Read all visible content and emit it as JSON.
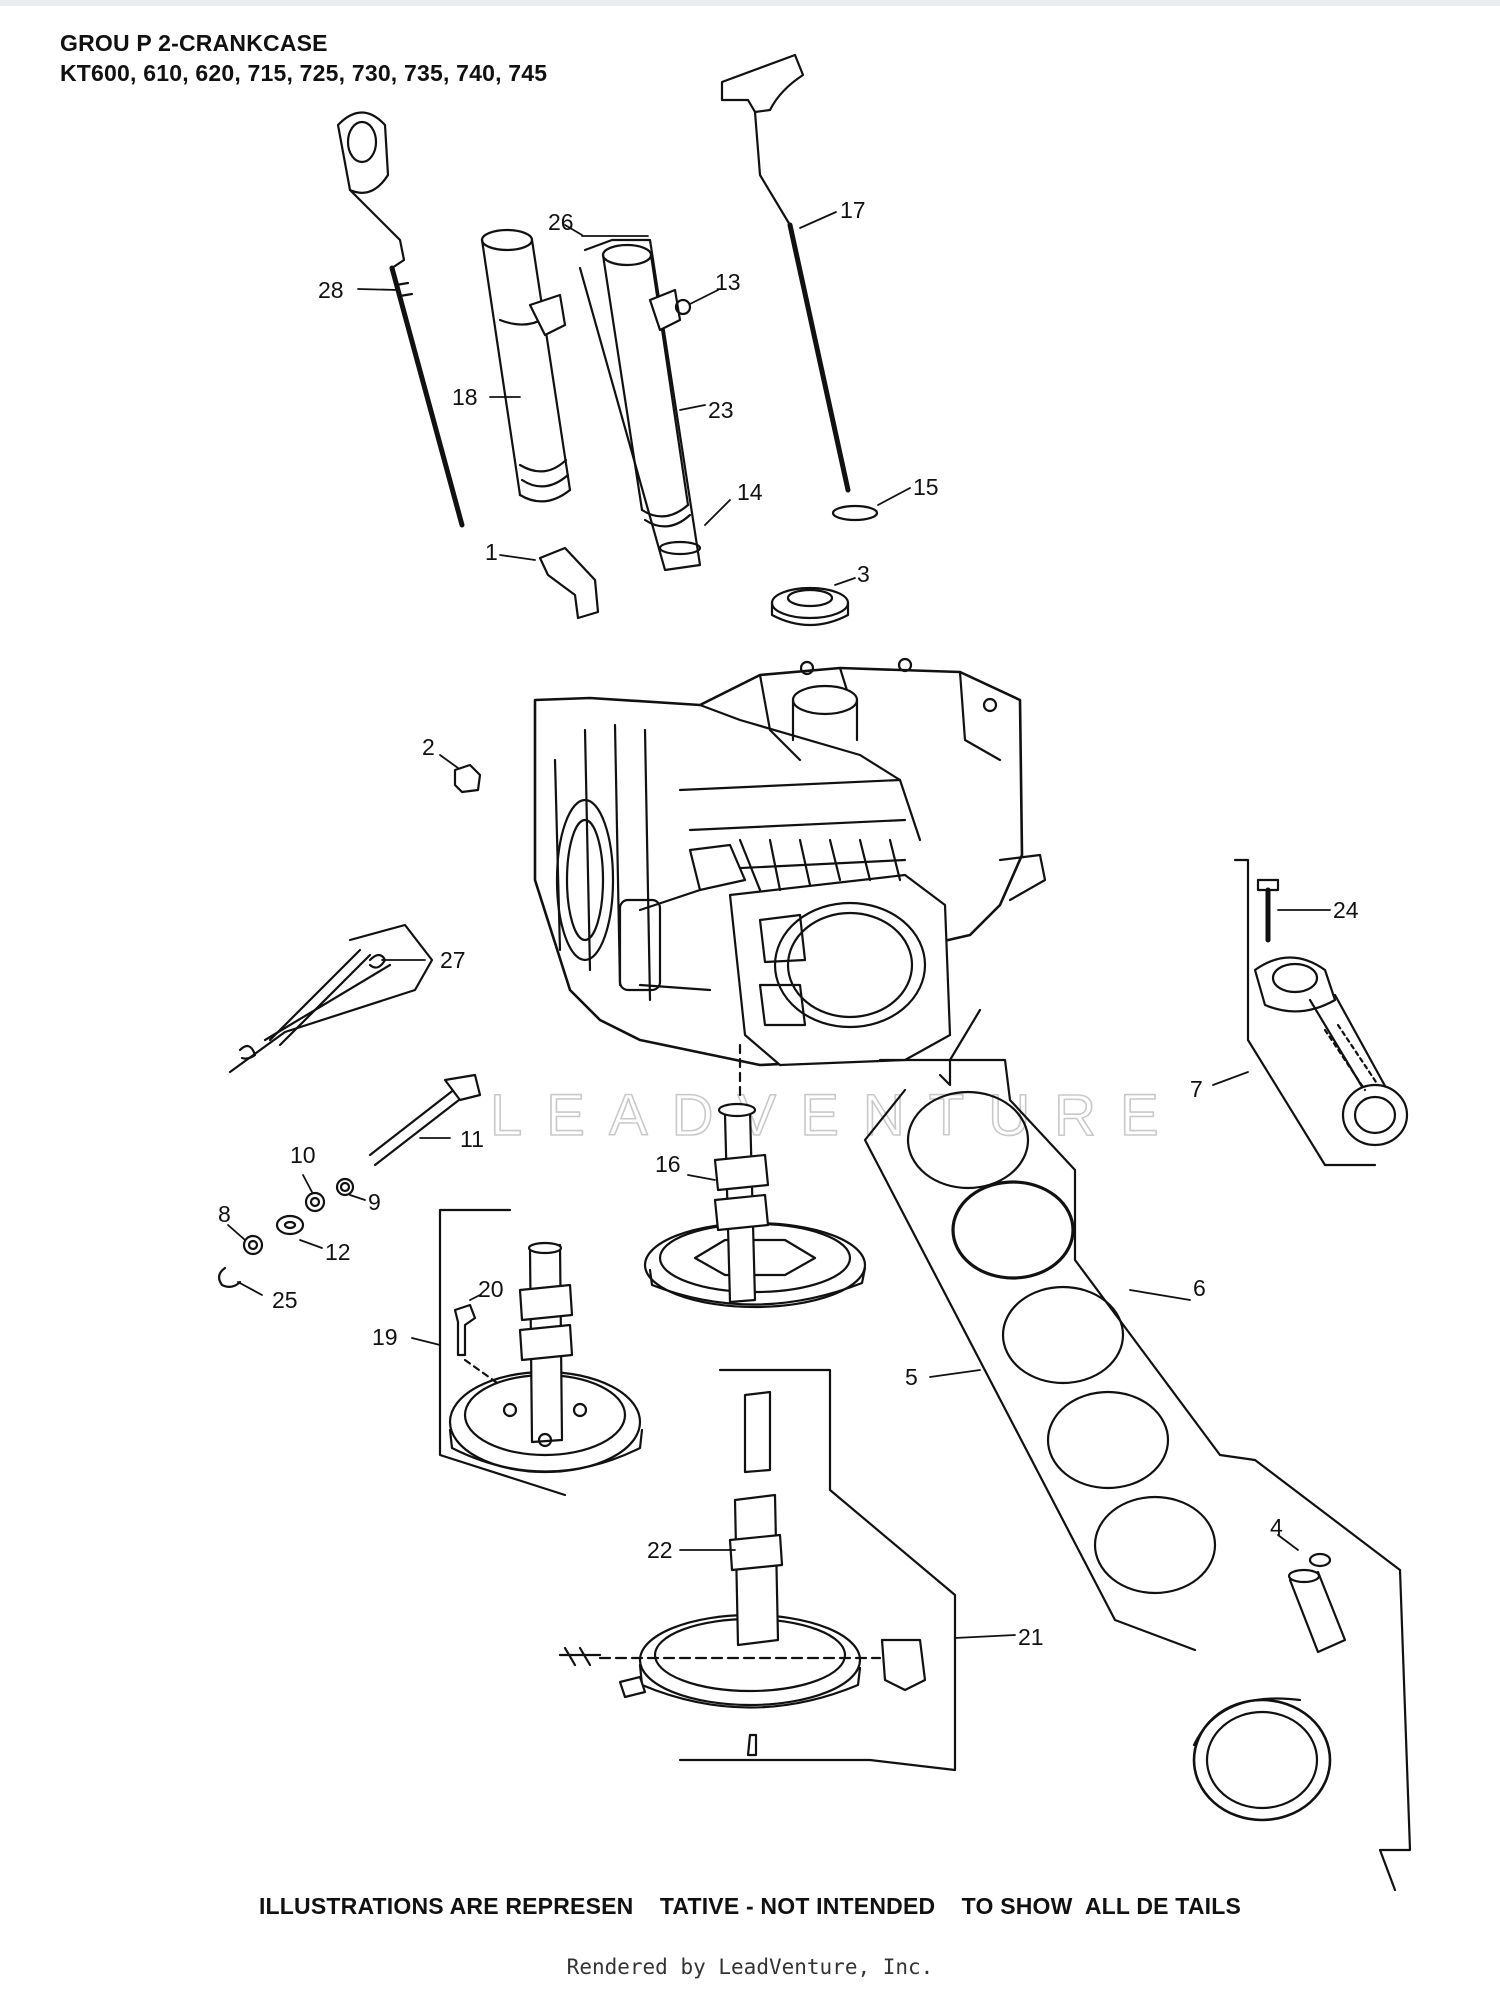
{
  "header": {
    "title": "GROU P 2-CRANKCASE",
    "models": "KT600, 610, 620, 715, 725, 730, 735, 740, 745"
  },
  "callouts": [
    "1",
    "2",
    "3",
    "4",
    "5",
    "6",
    "7",
    "8",
    "9",
    "10",
    "11",
    "12",
    "13",
    "14",
    "15",
    "16",
    "17",
    "18",
    "19",
    "20",
    "21",
    "22",
    "23",
    "24",
    "25",
    "26",
    "27",
    "28"
  ],
  "watermark": "LEADVENTURE",
  "footer": {
    "disclaimer": "ILLUSTRATIONS ARE REPRESEN    TATIVE - NOT INTENDED    TO SHOW  ALL DE TAILS",
    "rendered_by": "Rendered by LeadVenture, Inc."
  }
}
